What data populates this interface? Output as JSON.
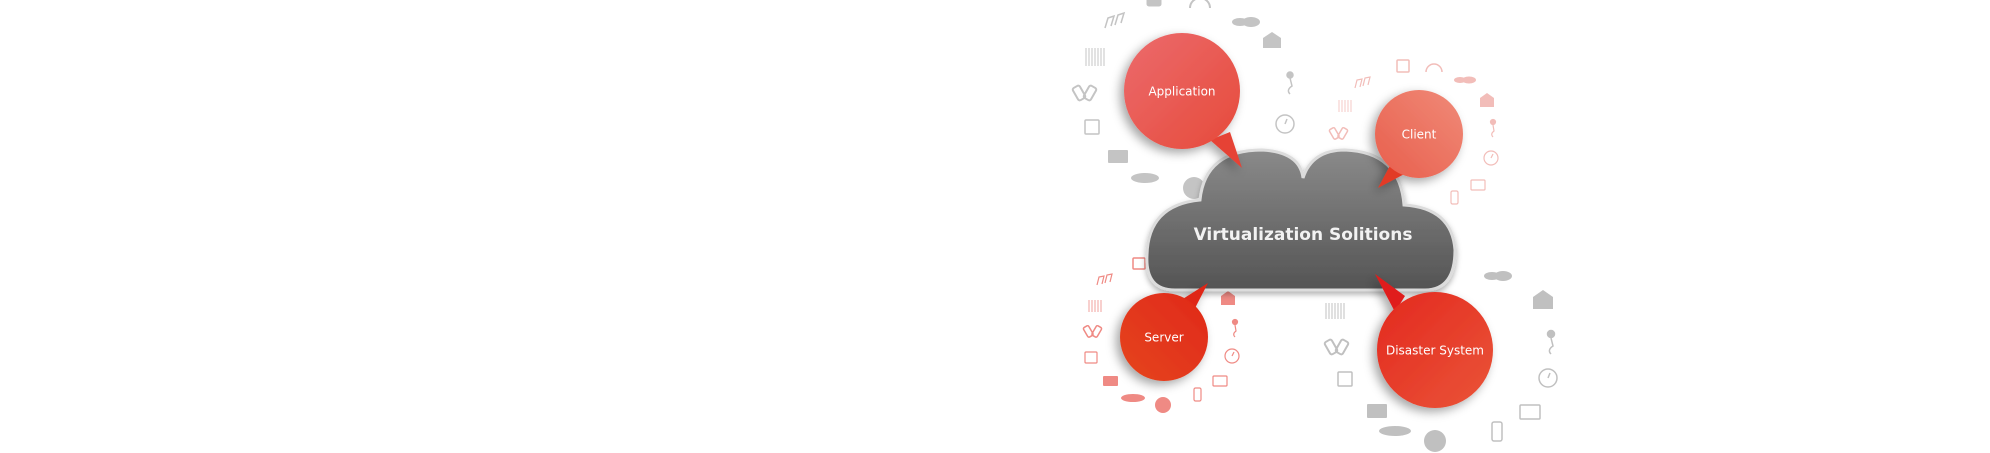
{
  "diagram": {
    "center": {
      "label": "Virtualization Solitions",
      "color": "#6e6e6e"
    },
    "nodes": [
      {
        "id": "application",
        "label": "Application",
        "color": "#e9605e",
        "icon_tint": "gray"
      },
      {
        "id": "client",
        "label": "Client",
        "color": "#ee7b69",
        "icon_tint": "pink"
      },
      {
        "id": "server",
        "label": "Server",
        "color": "#e23a18",
        "icon_tint": "pink"
      },
      {
        "id": "disaster-system",
        "label": "Disaster System",
        "color": "#e84632",
        "icon_tint": "gray"
      }
    ],
    "icon_colors": {
      "gray": "#c4c4c4",
      "pink": "#f2b4b0"
    },
    "icons": [
      "tv-icon",
      "headphones-icon",
      "music-note-icon",
      "chat-bubbles-icon",
      "equalizer-icon",
      "envelope-open-icon",
      "phones-icon",
      "microphone-icon",
      "clock-icon",
      "monitor-icon",
      "mobile-phone-icon",
      "envelope-icon",
      "speech-bubble-icon",
      "speaker-icon"
    ]
  }
}
